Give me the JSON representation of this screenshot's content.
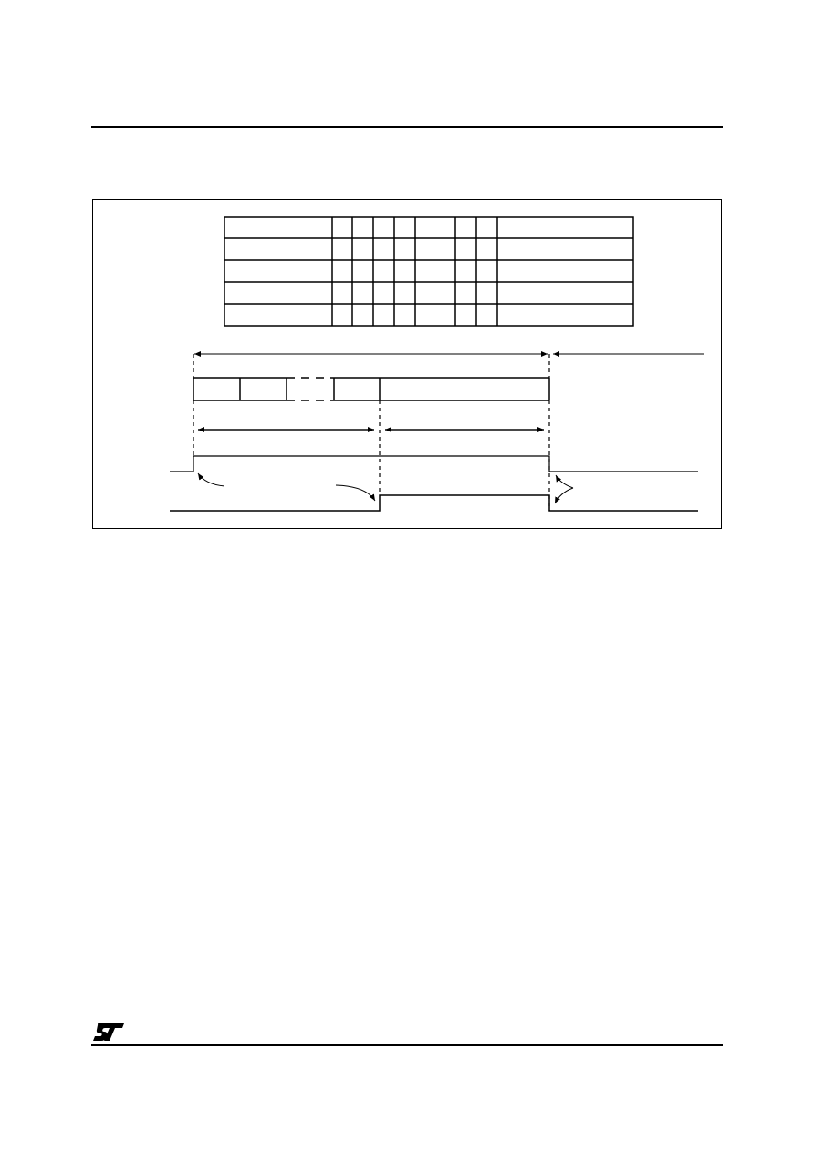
{
  "page": {
    "logo": "ST"
  },
  "figure": {
    "table": {
      "rows": 5,
      "columns": 9
    },
    "signals": [
      {
        "name": "",
        "levels": [
          "low",
          "high",
          "low"
        ]
      },
      {
        "name": "",
        "levels": [
          "low",
          "high",
          "low"
        ]
      }
    ]
  }
}
